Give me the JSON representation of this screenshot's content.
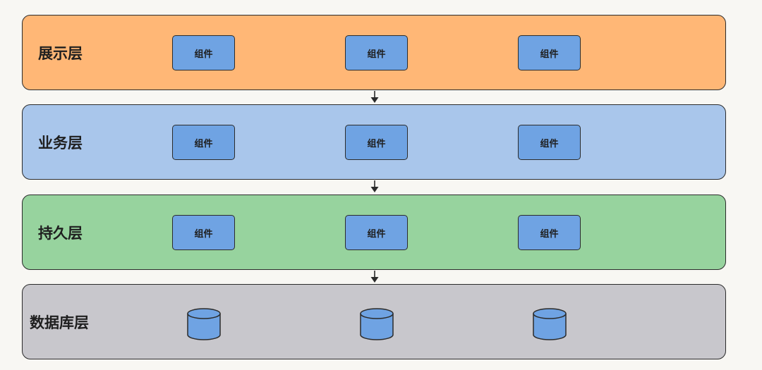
{
  "layers": [
    {
      "label": "展示层",
      "fill": "#ffb776",
      "kind": "components",
      "items": [
        "组件",
        "组件",
        "组件"
      ]
    },
    {
      "label": "业务层",
      "fill": "#a9c6eb",
      "kind": "components",
      "items": [
        "组件",
        "组件",
        "组件"
      ]
    },
    {
      "label": "持久层",
      "fill": "#97d39e",
      "kind": "components",
      "items": [
        "组件",
        "组件",
        "组件"
      ]
    },
    {
      "label": "数据库层",
      "fill": "#c8c7cc",
      "kind": "databases",
      "database_count": 3,
      "icon": "database-icon"
    }
  ],
  "component_fill": "#6fa3e3",
  "arrow_icon": "arrow-down-icon"
}
